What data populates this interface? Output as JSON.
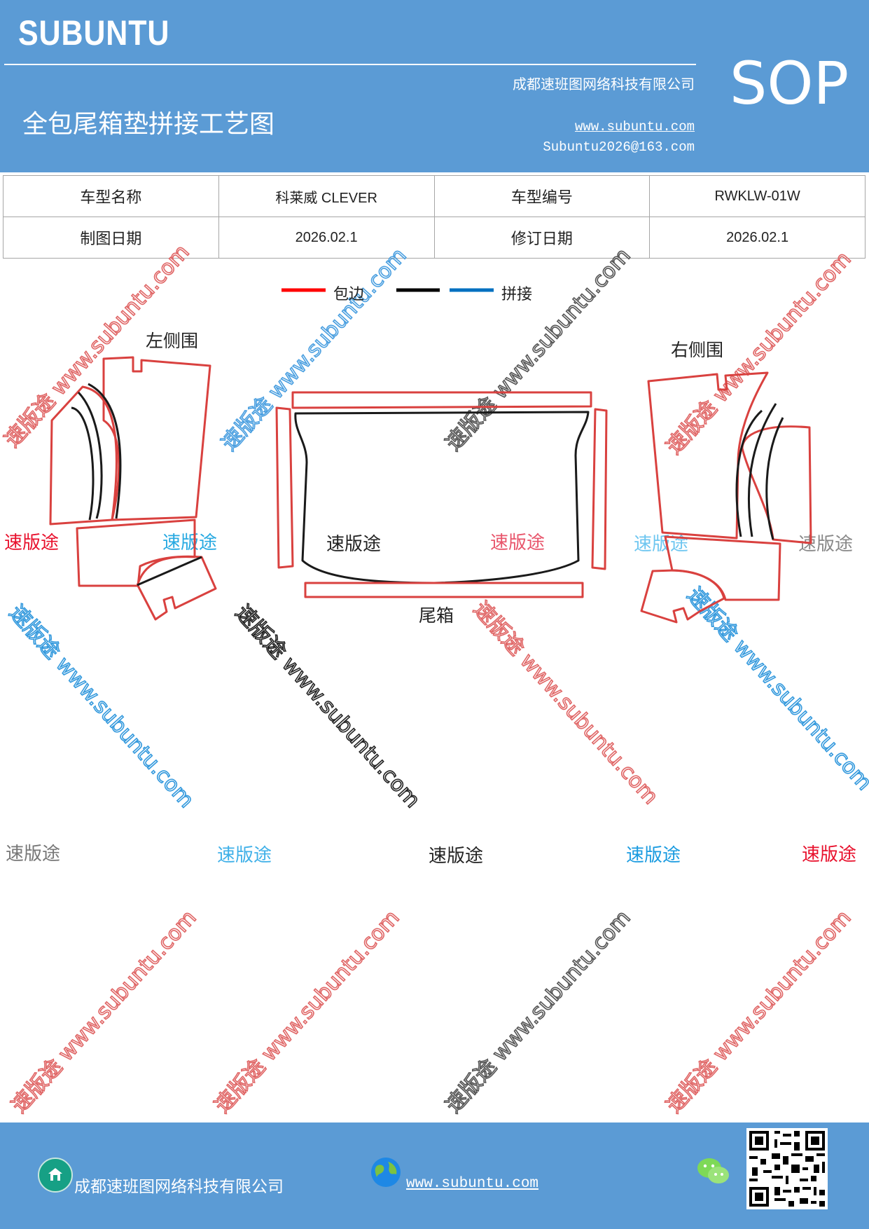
{
  "header": {
    "brand": "SUBUNTU",
    "company": "成都速班图网络科技有限公司",
    "title": "全包尾箱垫拼接工艺图",
    "website": "www.subuntu.com",
    "email": "Subuntu2026@163.com",
    "badge": "SOP"
  },
  "info_table": {
    "rows": [
      [
        "车型名称",
        "科莱威 CLEVER",
        "车型编号",
        "RWKLW-01W"
      ],
      [
        "制图日期",
        "2026.02.1",
        "修订日期",
        "2026.02.1"
      ]
    ]
  },
  "legend": {
    "items": [
      {
        "label": "包边",
        "color": "#ff0000"
      },
      {
        "label": "",
        "color": "#000000"
      },
      {
        "label": "拼接",
        "color": "#0070c0"
      }
    ]
  },
  "parts": {
    "left_side": "左侧围",
    "right_side": "右侧围",
    "trunk": "尾箱"
  },
  "watermarks": {
    "brand_cn": "速版途",
    "url_text": "www.subuntu.com",
    "diag_text": "速版途 www.subuntu.com"
  },
  "colors": {
    "header_bg": "#5b9bd5",
    "trim_red": "#d9413f",
    "seam_black": "#1a1a1a",
    "wm_blue": "#3399dd"
  },
  "footer": {
    "company": "成都速班图网络科技有限公司",
    "website": "www.subuntu.com",
    "icons": [
      "home-icon",
      "globe-icon",
      "wechat-icon",
      "qr-code"
    ]
  }
}
